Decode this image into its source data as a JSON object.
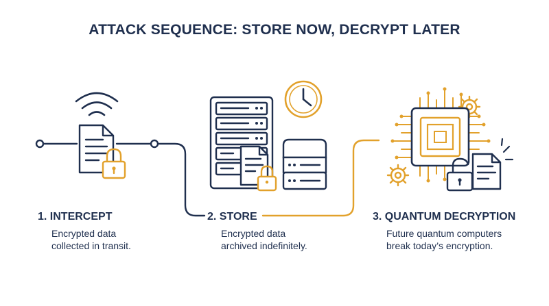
{
  "title": "ATTACK SEQUENCE: STORE NOW, DECRYPT LATER",
  "colors": {
    "navy": "#1f2f4e",
    "gold": "#e2a12b"
  },
  "steps": [
    {
      "title": "1. INTERCEPT",
      "desc_line1": "Encrypted data",
      "desc_line2": "collected in transit."
    },
    {
      "title": "2. STORE",
      "desc_line1": "Encrypted data",
      "desc_line2": "archived indefinitely."
    },
    {
      "title": "3. QUANTUM DECRYPTION",
      "desc_line1": "Future quantum computers",
      "desc_line2": "break today’s encryption."
    }
  ],
  "icons": [
    "wifi-icon",
    "document-icon",
    "padlock-icon",
    "server-rack-icon",
    "clock-icon",
    "server-stack-icon",
    "quantum-chip-icon",
    "gear-icon"
  ]
}
